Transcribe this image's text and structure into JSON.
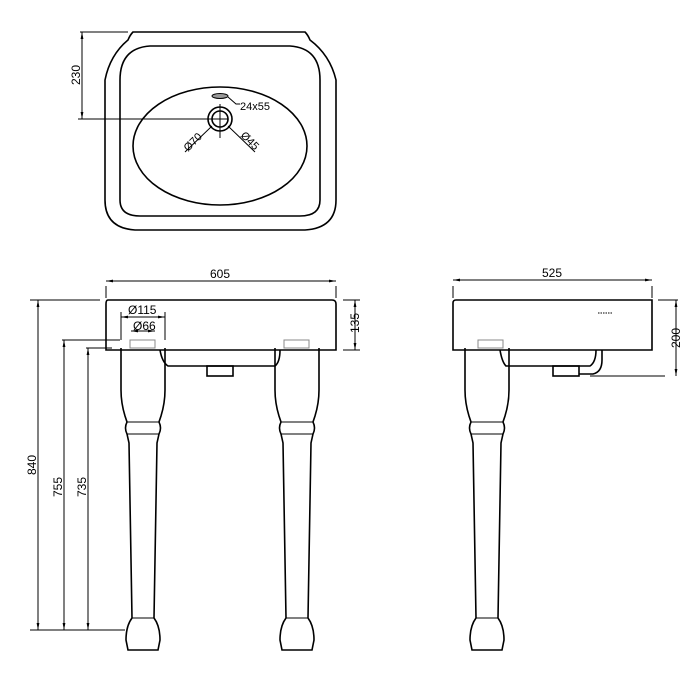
{
  "dimensions": {
    "top_depth": "230",
    "tap_hole": "24x55",
    "waste_outer": "Ø70",
    "waste_inner": "Ø45",
    "front_width": "605",
    "leg_outer": "Ø115",
    "leg_inner": "Ø66",
    "basin_height": "135",
    "total_height": "840",
    "height_755": "755",
    "height_735": "735",
    "side_depth": "525",
    "side_height": "200"
  }
}
